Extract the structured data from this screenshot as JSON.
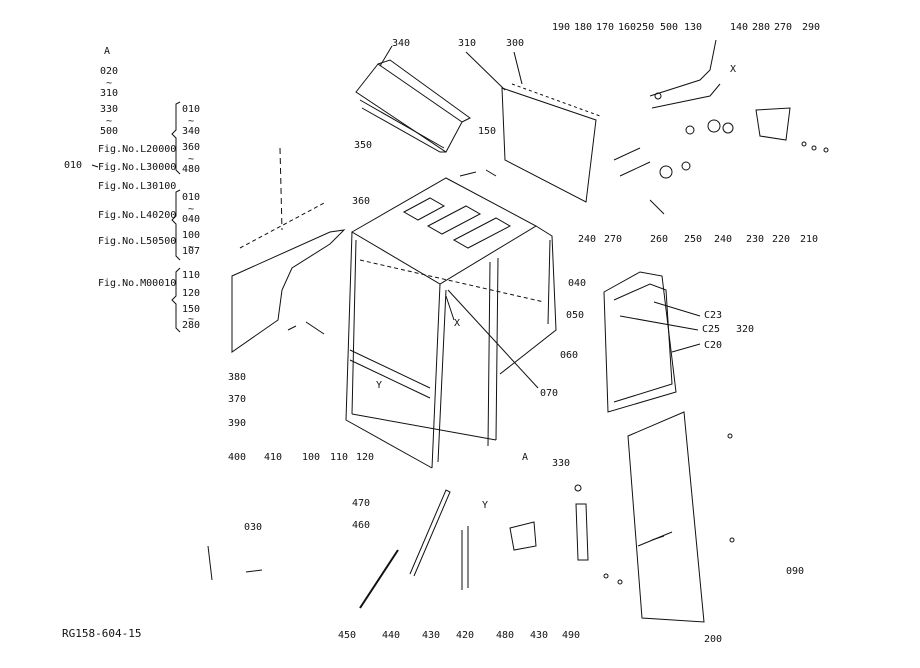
{
  "labels": {
    "p190": "190",
    "p180": "180",
    "p170": "170",
    "p160_250": "160250",
    "p500a": "500",
    "p130": "130",
    "p140": "140",
    "p280a": "280",
    "p270a": "270",
    "p290": "290",
    "p340": "340",
    "p310": "310",
    "p300": "300",
    "p350": "350",
    "p150": "150",
    "xTop": "X",
    "p360": "360",
    "p240a": "240",
    "p270b": "270",
    "p260": "260",
    "p250": "250",
    "p240b": "240",
    "p230": "230",
    "p220": "220",
    "p210": "210",
    "p040": "040",
    "p050": "050",
    "p060": "060",
    "p070": "070",
    "xMid": "X",
    "c23": "C23",
    "c25": "C25",
    "p320": "320",
    "c20": "C20",
    "p380": "380",
    "p370": "370",
    "p390": "390",
    "yMid": "Y",
    "p400": "400",
    "p410": "410",
    "p100": "100",
    "p110": "110",
    "p120": "120",
    "aMid": "A",
    "p330": "330",
    "p470": "470",
    "p460": "460",
    "yLow": "Y",
    "p030": "030",
    "p090": "090",
    "p450": "450",
    "p440": "440",
    "p430a": "430",
    "p420": "420",
    "p480": "480",
    "p430b": "430",
    "p490": "490",
    "p200": "200",
    "ref": "RG158-604-15"
  },
  "legend": {
    "a": "A",
    "v020": "020",
    "tilde1": "~",
    "v310": "310",
    "v330": "330",
    "tilde2": "~",
    "v500": "500",
    "fig20000": "Fig.No.L20000",
    "fig30000": "Fig.No.L30000",
    "fig30100": "Fig.No.L30100",
    "fig40200": "Fig.No.L40200",
    "fig50500": "Fig.No.L50500",
    "figM00010": "Fig.No.M00010",
    "v010": "010",
    "b1_010": "010",
    "b1_t": "~",
    "b1_340": "340",
    "b1_360": "360",
    "b1_t2": "~",
    "b1_480": "480",
    "b2_010": "010",
    "b2_t": "~",
    "b2_040": "040",
    "b2_100": "100",
    "b2_t2": "~",
    "b2_107": "107",
    "b3_110": "110",
    "b3_120": "120",
    "b3_150": "150",
    "b3_t": "~",
    "b3_280": "280"
  }
}
